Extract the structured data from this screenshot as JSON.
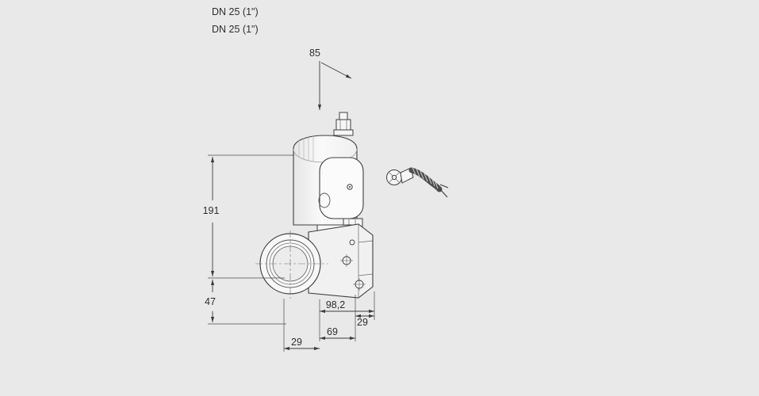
{
  "colors": {
    "background": "#e9e9e9",
    "line": "#3c3c3c",
    "text": "#2e2e2e"
  },
  "labels": {
    "dn_top": "DN 25 (1\")",
    "dn_bottom": "DN 25 (1\")"
  },
  "dimensions": {
    "top_width": "85",
    "overall_height": "191",
    "lower_height": "47",
    "depth_total": "98,2",
    "depth_right": "29",
    "depth_mid": "69",
    "depth_bottom": "29"
  },
  "figure": {
    "subject": "gas-solenoid-valve",
    "accessory": "cable-plug-connector"
  }
}
